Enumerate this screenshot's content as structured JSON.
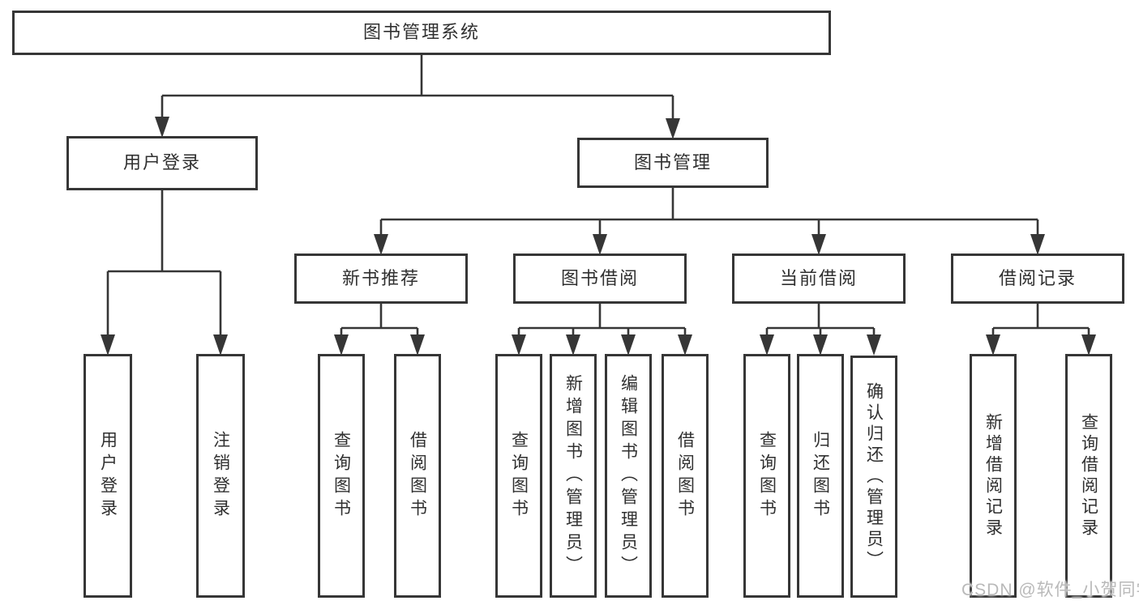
{
  "nodes": {
    "root": "图书管理系统",
    "user_login": "用户登录",
    "book_mgmt": "图书管理",
    "new_book_rec": "新书推荐",
    "book_borrow": "图书借阅",
    "current_borrow": "当前借阅",
    "borrow_record": "借阅记录",
    "leaf_login": "用户登录",
    "leaf_logout": "注销登录",
    "leaf_nbr_query": "查询图书",
    "leaf_nbr_borrow": "借阅图书",
    "leaf_bb_query": "查询图书",
    "leaf_bb_add": "新增图书（管理员）",
    "leaf_bb_edit": "编辑图书（管理员）",
    "leaf_bb_borrow": "借阅图书",
    "leaf_cb_query": "查询图书",
    "leaf_cb_return": "归还图书",
    "leaf_cb_confirm": "确认归还（管理员）",
    "leaf_br_add": "新增借阅记录",
    "leaf_br_query": "查询借阅记录"
  },
  "hierarchy": {
    "图书管理系统": [
      "用户登录",
      "图书管理"
    ],
    "用户登录": [
      "用户登录",
      "注销登录"
    ],
    "图书管理": [
      "新书推荐",
      "图书借阅",
      "当前借阅",
      "借阅记录"
    ],
    "新书推荐": [
      "查询图书",
      "借阅图书"
    ],
    "图书借阅": [
      "查询图书",
      "新增图书（管理员）",
      "编辑图书（管理员）",
      "借阅图书"
    ],
    "当前借阅": [
      "查询图书",
      "归还图书",
      "确认归还（管理员）"
    ],
    "借阅记录": [
      "新增借阅记录",
      "查询借阅记录"
    ]
  },
  "watermark": "CSDN @软件_小贺同学",
  "colors": {
    "line": "#363636",
    "text": "#303030",
    "box_background": "#ffffff",
    "page_background": "#ffffff",
    "watermark": "#b9b9b9"
  }
}
